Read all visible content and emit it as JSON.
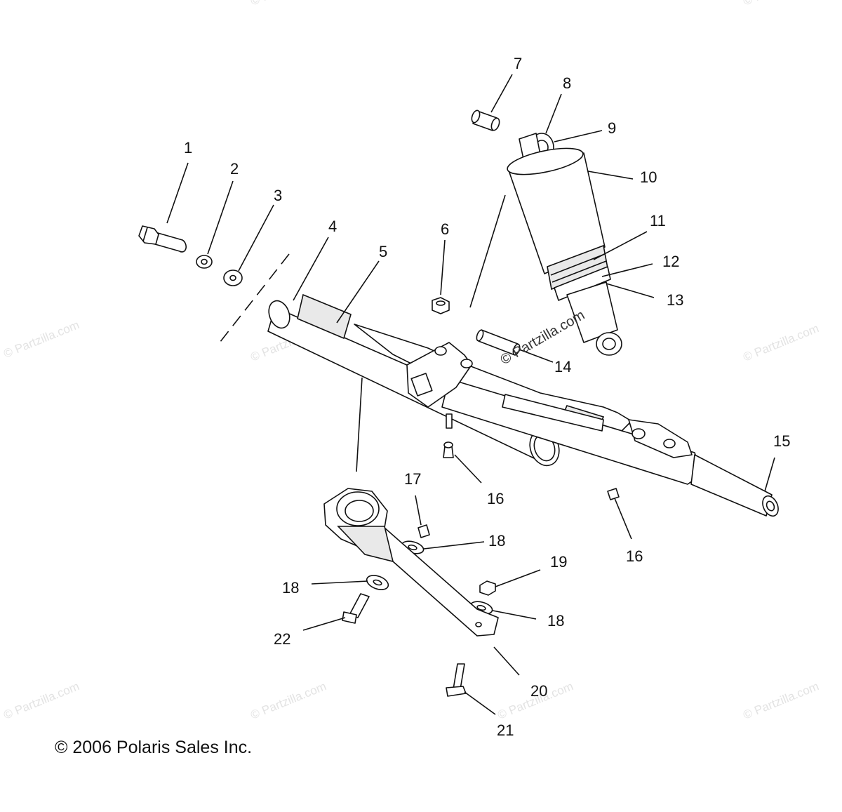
{
  "watermarks": [
    {
      "text": "© Partzilla.com"
    },
    {
      "text": "© Partzilla.com"
    },
    {
      "text": "© Partzilla.com"
    },
    {
      "text": "© Partzilla.com"
    },
    {
      "text": "© Partzilla.com"
    },
    {
      "text": "© Partzilla.com"
    },
    {
      "text": "© Partzilla.com"
    },
    {
      "text": "© Partzilla.com"
    },
    {
      "text": "© Partzilla.com"
    }
  ],
  "center_watermark": "© Partzilla.com",
  "callouts": [
    "1",
    "2",
    "3",
    "4",
    "5",
    "6",
    "7",
    "8",
    "9",
    "10",
    "11",
    "12",
    "13",
    "14",
    "15",
    "16",
    "16",
    "17",
    "18",
    "18",
    "18",
    "19",
    "20",
    "21",
    "22"
  ],
  "copyright": "© 2006 Polaris Sales Inc."
}
